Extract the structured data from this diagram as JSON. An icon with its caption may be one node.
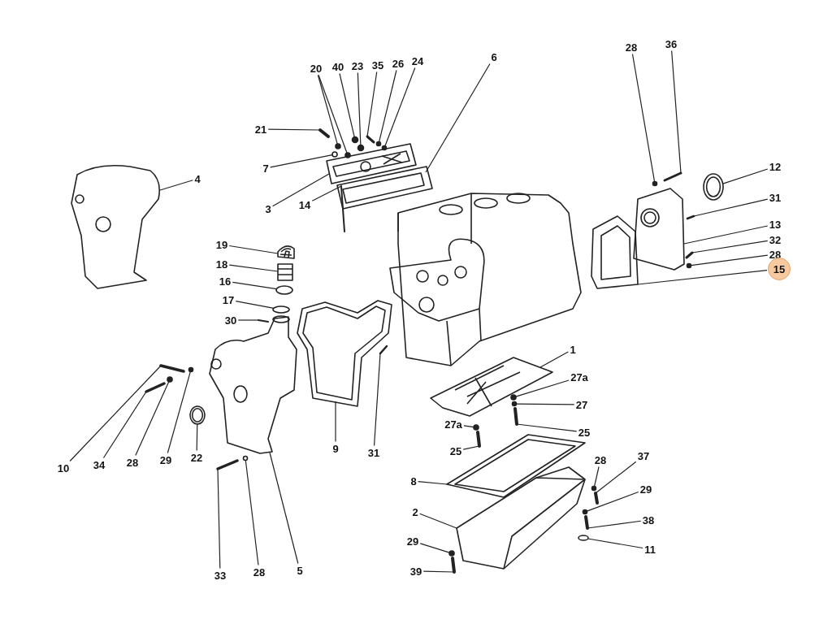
{
  "diagram": {
    "nodes": [
      {
        "text": [
          "4"
        ]
      },
      {
        "text": [
          "20"
        ]
      },
      {
        "text": [
          "40"
        ]
      },
      {
        "text": [
          "23"
        ]
      },
      {
        "text": [
          "35"
        ]
      },
      {
        "text": [
          "26"
        ]
      },
      {
        "text": [
          "24"
        ]
      },
      {
        "text": [
          "6"
        ]
      },
      {
        "text": [
          "21"
        ]
      },
      {
        "text": [
          "7"
        ]
      },
      {
        "text": [
          "3"
        ]
      },
      {
        "text": [
          "14"
        ]
      },
      {
        "text": [
          "28"
        ]
      },
      {
        "text": [
          "36"
        ]
      },
      {
        "text": [
          "12"
        ]
      },
      {
        "text": [
          "31"
        ]
      },
      {
        "text": [
          "13"
        ]
      },
      {
        "text": [
          "32"
        ]
      },
      {
        "text": [
          "28"
        ]
      },
      {
        "text": [
          "15"
        ]
      },
      {
        "text": [
          "19"
        ]
      },
      {
        "text": [
          "18"
        ]
      },
      {
        "text": [
          "16"
        ]
      },
      {
        "text": [
          "17"
        ]
      },
      {
        "text": [
          "30"
        ]
      },
      {
        "text": [
          "10"
        ]
      },
      {
        "text": [
          "34"
        ]
      },
      {
        "text": [
          "28"
        ]
      },
      {
        "text": [
          "29"
        ]
      },
      {
        "text": [
          "22"
        ]
      },
      {
        "text": [
          "33"
        ]
      },
      {
        "text": [
          "28"
        ]
      },
      {
        "text": [
          "5"
        ]
      },
      {
        "text": [
          "9"
        ]
      },
      {
        "text": [
          "31"
        ]
      },
      {
        "text": [
          "1"
        ]
      },
      {
        "text": [
          "27a"
        ]
      },
      {
        "text": [
          "27"
        ]
      },
      {
        "text": [
          "25"
        ]
      },
      {
        "text": [
          "27a"
        ]
      },
      {
        "text": [
          "25"
        ]
      },
      {
        "text": [
          "8"
        ]
      },
      {
        "text": [
          "2"
        ]
      },
      {
        "text": [
          "28"
        ]
      },
      {
        "text": [
          "37"
        ]
      },
      {
        "text": [
          "29"
        ]
      },
      {
        "text": [
          "38"
        ]
      },
      {
        "text": [
          "11"
        ]
      },
      {
        "text": [
          "29"
        ]
      },
      {
        "text": [
          "39"
        ]
      },
      {
        "text": [],
        "shape": "picture"
      },
      {
        "text": [],
        "shape": "circle"
      },
      {
        "text": [],
        "shape": "circle"
      },
      {
        "text": [],
        "shape": "circle"
      },
      {
        "text": [],
        "shape": "circle"
      },
      {
        "text": [],
        "shape": "bar"
      },
      {
        "text": [],
        "shape": "circle"
      },
      {
        "text": [],
        "shape": "circle"
      },
      {
        "text": [],
        "shape": "picture"
      },
      {
        "text": [],
        "shape": "bar"
      },
      {
        "text": [],
        "shape": "circle"
      },
      {
        "text": [],
        "shape": "picture"
      },
      {
        "text": [],
        "shape": "bar"
      },
      {
        "text": [],
        "shape": "circle"
      },
      {
        "text": [],
        "shape": "bar"
      },
      {
        "text": [],
        "shape": "circle"
      },
      {
        "text": [],
        "shape": "bar"
      },
      {
        "text": [],
        "shape": "picture"
      },
      {
        "text": [],
        "shape": "bar"
      },
      {
        "text": [],
        "shape": "circle"
      },
      {
        "text": [],
        "shape": "picture"
      },
      {
        "text": [],
        "shape": "picture"
      },
      {
        "text": [],
        "shape": "picture"
      },
      {
        "text": [],
        "shape": "circle"
      },
      {
        "text": [],
        "shape": "circle"
      },
      {
        "text": [],
        "shape": "bar"
      },
      {
        "text": [],
        "shape": "bar"
      },
      {
        "text": [],
        "shape": "bar"
      },
      {
        "text": [],
        "shape": "circle"
      },
      {
        "text": [],
        "shape": "circle"
      },
      {
        "text": [],
        "shape": "circle"
      },
      {
        "text": [],
        "shape": "bar"
      },
      {
        "text": [],
        "shape": "circle"
      },
      {
        "text": [],
        "shape": "picture"
      },
      {
        "text": [],
        "shape": "picture"
      },
      {
        "text": [],
        "shape": "bar"
      },
      {
        "text": [],
        "shape": "picture"
      },
      {
        "text": [],
        "shape": "circle"
      },
      {
        "text": [],
        "shape": "circle"
      },
      {
        "text": [],
        "shape": "bar"
      },
      {
        "text": [],
        "shape": "circle"
      },
      {
        "text": [],
        "shape": "bar"
      },
      {
        "text": [],
        "shape": "picture"
      },
      {
        "text": [],
        "shape": "picture"
      },
      {
        "text": [],
        "shape": "circle"
      },
      {
        "text": [],
        "shape": "bar"
      },
      {
        "text": [],
        "shape": "circle"
      },
      {
        "text": [],
        "shape": "bar"
      },
      {
        "text": [],
        "shape": "circle"
      },
      {
        "text": [],
        "shape": "circle"
      },
      {
        "text": [],
        "shape": "bar"
      }
    ],
    "edges": [
      {
        "from": 0,
        "to": 50,
        "arrow": "none"
      },
      {
        "from": 1,
        "to": 51,
        "arrow": "none"
      },
      {
        "from": 1,
        "to": 52,
        "arrow": "none"
      },
      {
        "from": 2,
        "to": 53,
        "arrow": "none"
      },
      {
        "from": 3,
        "to": 54,
        "arrow": "none"
      },
      {
        "from": 4,
        "to": 55,
        "arrow": "none"
      },
      {
        "from": 5,
        "to": 56,
        "arrow": "none"
      },
      {
        "from": 6,
        "to": 57,
        "arrow": "none"
      },
      {
        "from": 7,
        "to": 58,
        "arrow": "none"
      },
      {
        "from": 8,
        "to": 59,
        "arrow": "none"
      },
      {
        "from": 9,
        "to": 60,
        "arrow": "none"
      },
      {
        "from": 10,
        "to": 61,
        "arrow": "none"
      },
      {
        "from": 11,
        "to": 62,
        "arrow": "none"
      },
      {
        "from": 12,
        "to": 63,
        "arrow": "none"
      },
      {
        "from": 13,
        "to": 64,
        "arrow": "none"
      },
      {
        "from": 14,
        "to": 65,
        "arrow": "none"
      },
      {
        "from": 15,
        "to": 66,
        "arrow": "none"
      },
      {
        "from": 16,
        "to": 67,
        "arrow": "none"
      },
      {
        "from": 17,
        "to": 68,
        "arrow": "none"
      },
      {
        "from": 18,
        "to": 69,
        "arrow": "none"
      },
      {
        "from": 19,
        "to": 70,
        "arrow": "none"
      },
      {
        "from": 20,
        "to": 71,
        "arrow": "none"
      },
      {
        "from": 21,
        "to": 72,
        "arrow": "none"
      },
      {
        "from": 22,
        "to": 73,
        "arrow": "none"
      },
      {
        "from": 23,
        "to": 74,
        "arrow": "none"
      },
      {
        "from": 24,
        "to": 75,
        "arrow": "none"
      },
      {
        "from": 25,
        "to": 76,
        "arrow": "none"
      },
      {
        "from": 26,
        "to": 77,
        "arrow": "none"
      },
      {
        "from": 27,
        "to": 78,
        "arrow": "none"
      },
      {
        "from": 28,
        "to": 79,
        "arrow": "none"
      },
      {
        "from": 29,
        "to": 80,
        "arrow": "none"
      },
      {
        "from": 30,
        "to": 81,
        "arrow": "none"
      },
      {
        "from": 31,
        "to": 82,
        "arrow": "none"
      },
      {
        "from": 32,
        "to": 83,
        "arrow": "none"
      },
      {
        "from": 33,
        "to": 84,
        "arrow": "none"
      },
      {
        "from": 34,
        "to": 85,
        "arrow": "none"
      },
      {
        "from": 35,
        "to": 86,
        "arrow": "none"
      },
      {
        "from": 36,
        "to": 87,
        "arrow": "none"
      },
      {
        "from": 37,
        "to": 88,
        "arrow": "none"
      },
      {
        "from": 38,
        "to": 89,
        "arrow": "none"
      },
      {
        "from": 39,
        "to": 90,
        "arrow": "none"
      },
      {
        "from": 40,
        "to": 91,
        "arrow": "none"
      },
      {
        "from": 41,
        "to": 92,
        "arrow": "none"
      },
      {
        "from": 42,
        "to": 93,
        "arrow": "none"
      },
      {
        "from": 43,
        "to": 94,
        "arrow": "none"
      },
      {
        "from": 44,
        "to": 95,
        "arrow": "none"
      },
      {
        "from": 45,
        "to": 96,
        "arrow": "none"
      },
      {
        "from": 46,
        "to": 97,
        "arrow": "none"
      },
      {
        "from": 47,
        "to": 98,
        "arrow": "none"
      },
      {
        "from": 48,
        "to": 99,
        "arrow": "none"
      },
      {
        "from": 49,
        "to": 100,
        "arrow": "none"
      }
    ]
  }
}
